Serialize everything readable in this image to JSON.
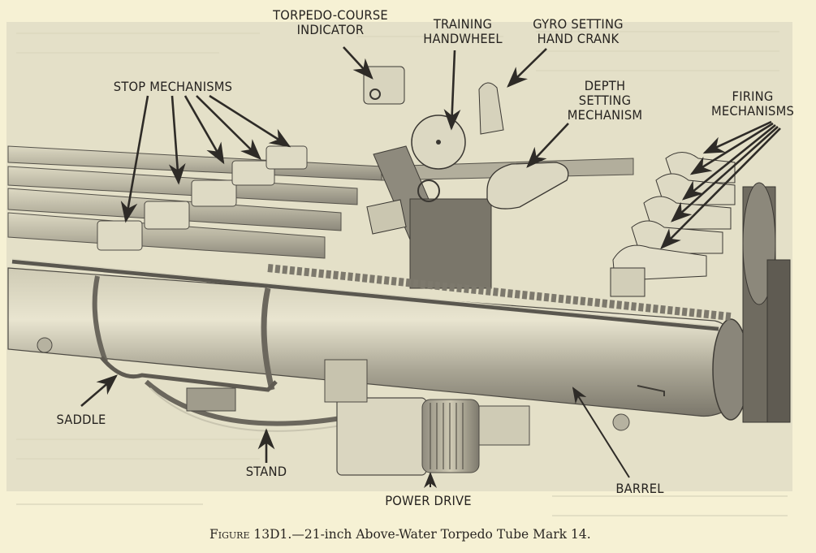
{
  "figure": {
    "caption_prefix": "Figure 13D1.",
    "caption_text": "—21-inch Above-Water Torpedo Tube Mark 14.",
    "subject": "21-inch Above-Water Torpedo Tube Mark 14"
  },
  "labels": {
    "torpedo_course_indicator": [
      "TORPEDO-COURSE",
      "INDICATOR"
    ],
    "training_handwheel": [
      "TRAINING",
      "HANDWHEEL"
    ],
    "gyro_setting_hand_crank": [
      "GYRO SETTING",
      "HAND CRANK"
    ],
    "stop_mechanisms": [
      "STOP MECHANISMS"
    ],
    "depth_setting_mechanism": [
      "DEPTH",
      "SETTING",
      "MECHANISM"
    ],
    "firing_mechanisms": [
      "FIRING",
      "MECHANISMS"
    ],
    "saddle": [
      "SADDLE"
    ],
    "stand": [
      "STAND"
    ],
    "power_drive": [
      "POWER DRIVE"
    ],
    "barrel": [
      "BARREL"
    ]
  },
  "colors": {
    "paper": "#f6f1d4",
    "image_panel": "#e4e0c8",
    "ink": "#262320",
    "metal_dark": "#6f6b60",
    "metal_mid": "#a9a594",
    "metal_light": "#d6d2bd"
  }
}
